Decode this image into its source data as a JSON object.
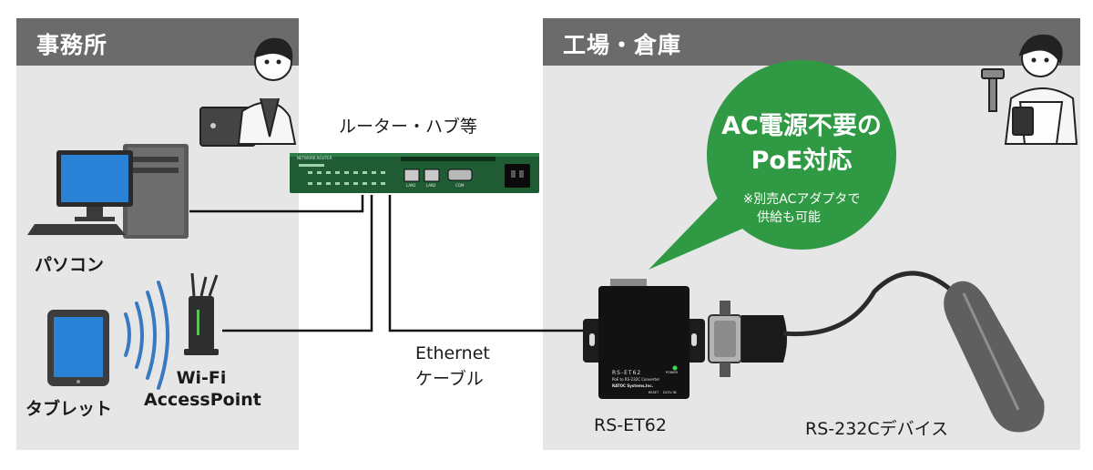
{
  "office": {
    "title": "事務所"
  },
  "factory": {
    "title": "工場・倉庫"
  },
  "router": {
    "label": "ルーター・ハブ等",
    "brand": "NETWORK ROUTER",
    "ports": [
      "LAN1",
      "LAN2",
      "COM"
    ]
  },
  "pc": {
    "label": "パソコン"
  },
  "tablet": {
    "label": "タブレット"
  },
  "access_point": {
    "label_line1": "Wi-Fi",
    "label_line2": "AccessPoint"
  },
  "cable": {
    "label_line1": "Ethernet",
    "label_line2": "ケーブル"
  },
  "converter": {
    "label": "RS-ET62",
    "face_model": "RS-ET62",
    "face_sub": "PoE to RS-232C Converter",
    "face_maker": "RATOC Systems,Inc.",
    "face_power": "POWER",
    "face_reset": "RESET",
    "face_dc": "DC5V IN"
  },
  "device": {
    "label": "RS-232Cデバイス"
  },
  "callout": {
    "line1": "AC電源不要の",
    "line2": "PoE対応",
    "note1": "※別売ACアダプタで",
    "note2": "供給も可能"
  },
  "colors": {
    "panel_bg": "#e6e6e6",
    "header_bg": "#6b6b6b",
    "router_green": "#1f5c34",
    "callout_green": "#2f9a43",
    "wifi_blue": "#3a78c2"
  }
}
